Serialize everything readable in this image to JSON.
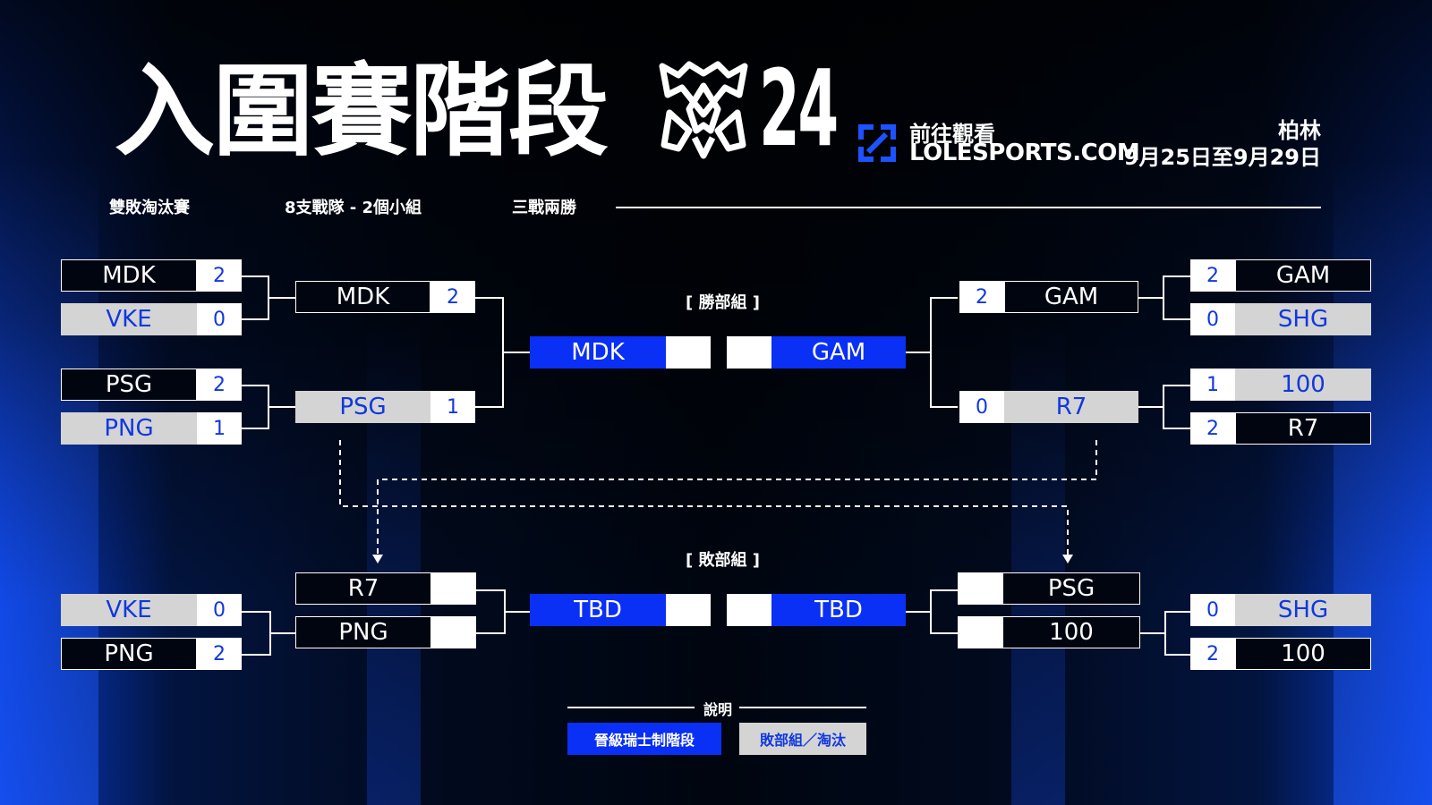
{
  "header": {
    "title": "入圍賽階段",
    "year": "24",
    "watch_label": "前往觀看",
    "watch_url": "LOLESPORTS.COM",
    "city": "柏林",
    "dates": "9月25日至9月29日"
  },
  "info": {
    "format": "雙敗淘汰賽",
    "teams": "8支戰隊 - 2個小組",
    "series": "三戰兩勝"
  },
  "sections": {
    "winners": "[ 勝部組 ]",
    "losers": "[ 敗部組 ]"
  },
  "left": {
    "r1": [
      {
        "team": "MDK",
        "score": "2",
        "style": "dark"
      },
      {
        "team": "VKE",
        "score": "0",
        "style": "light"
      },
      {
        "team": "PSG",
        "score": "2",
        "style": "dark"
      },
      {
        "team": "PNG",
        "score": "1",
        "style": "light"
      }
    ],
    "r2": [
      {
        "team": "MDK",
        "score": "2",
        "style": "dark"
      },
      {
        "team": "PSG",
        "score": "1",
        "style": "light"
      }
    ],
    "final": {
      "team": "MDK",
      "score": ""
    },
    "losers_r1": [
      {
        "team": "VKE",
        "score": "0",
        "style": "light"
      },
      {
        "team": "PNG",
        "score": "2",
        "style": "dark"
      }
    ],
    "losers_r2": [
      {
        "team": "R7",
        "score": "",
        "style": "dark"
      },
      {
        "team": "PNG",
        "score": "",
        "style": "dark"
      }
    ],
    "losers_final": {
      "team": "TBD",
      "score": ""
    }
  },
  "right": {
    "r1": [
      {
        "team": "GAM",
        "score": "2",
        "style": "dark"
      },
      {
        "team": "SHG",
        "score": "0",
        "style": "light"
      },
      {
        "team": "100",
        "score": "1",
        "style": "light"
      },
      {
        "team": "R7",
        "score": "2",
        "style": "dark"
      }
    ],
    "r2": [
      {
        "team": "GAM",
        "score": "2",
        "style": "dark"
      },
      {
        "team": "R7",
        "score": "0",
        "style": "light"
      }
    ],
    "final": {
      "team": "GAM",
      "score": ""
    },
    "losers_r1": [
      {
        "team": "SHG",
        "score": "0",
        "style": "light"
      },
      {
        "team": "100",
        "score": "2",
        "style": "dark"
      }
    ],
    "losers_r2": [
      {
        "team": "PSG",
        "score": "",
        "style": "dark"
      },
      {
        "team": "100",
        "score": "",
        "style": "dark"
      }
    ],
    "losers_final": {
      "team": "TBD",
      "score": ""
    }
  },
  "legend": {
    "title": "說明",
    "qualified": "晉級瑞士制階段",
    "eliminated": "敗部組／淘汰"
  },
  "colors": {
    "accent_blue": "#0a2ff5",
    "score_blue": "#1038e0",
    "eliminated_gray": "#d4d4d4",
    "background": "#00050f"
  },
  "icons": [
    "worlds-trophy-logo-icon",
    "lolesports-logo-icon"
  ]
}
